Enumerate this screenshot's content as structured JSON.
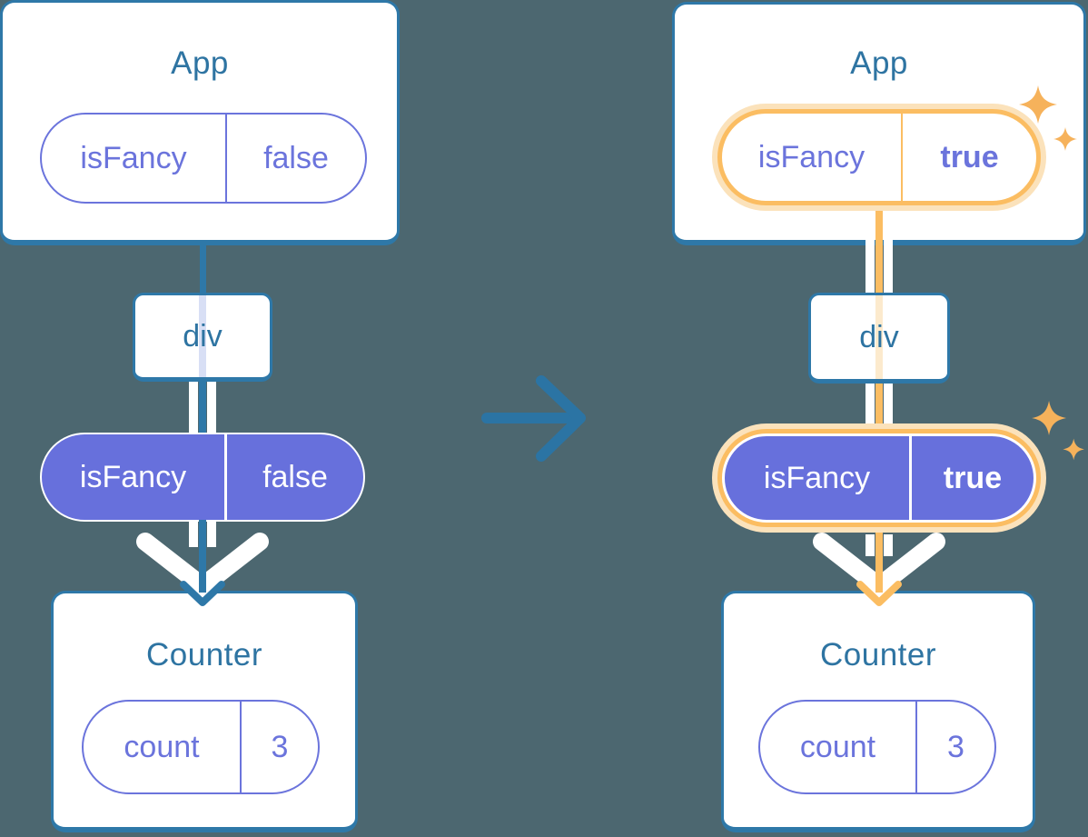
{
  "colors": {
    "background": "#4C6770",
    "card_fill": "#FFFFFF",
    "card_border": "#2E78A8",
    "heading_text": "#2E74A2",
    "purple_accent": "#6B74DC",
    "purple_fill": "#6770DC",
    "orange_highlight": "#FBBD62",
    "orange_halo": "#FBE2BB",
    "lavender_trace": "#D8DFF5",
    "orange_trace": "#FCEACD",
    "transition_arrow": "#2B74A4"
  },
  "before": {
    "app": {
      "title": "App",
      "state_pill": {
        "label": "isFancy",
        "value": "false"
      }
    },
    "div_box": {
      "label": "div"
    },
    "prop_pill": {
      "label": "isFancy",
      "value": "false"
    },
    "counter": {
      "title": "Counter",
      "state_pill": {
        "label": "count",
        "value": "3"
      }
    }
  },
  "after": {
    "app": {
      "title": "App",
      "state_pill": {
        "label": "isFancy",
        "value": "true"
      }
    },
    "div_box": {
      "label": "div"
    },
    "prop_pill": {
      "label": "isFancy",
      "value": "true"
    },
    "counter": {
      "title": "Counter",
      "state_pill": {
        "label": "count",
        "value": "3"
      }
    }
  },
  "icons": {
    "transition": "arrow-right-icon",
    "flow": "arrow-down-icon",
    "highlight": "sparkle-icon"
  }
}
